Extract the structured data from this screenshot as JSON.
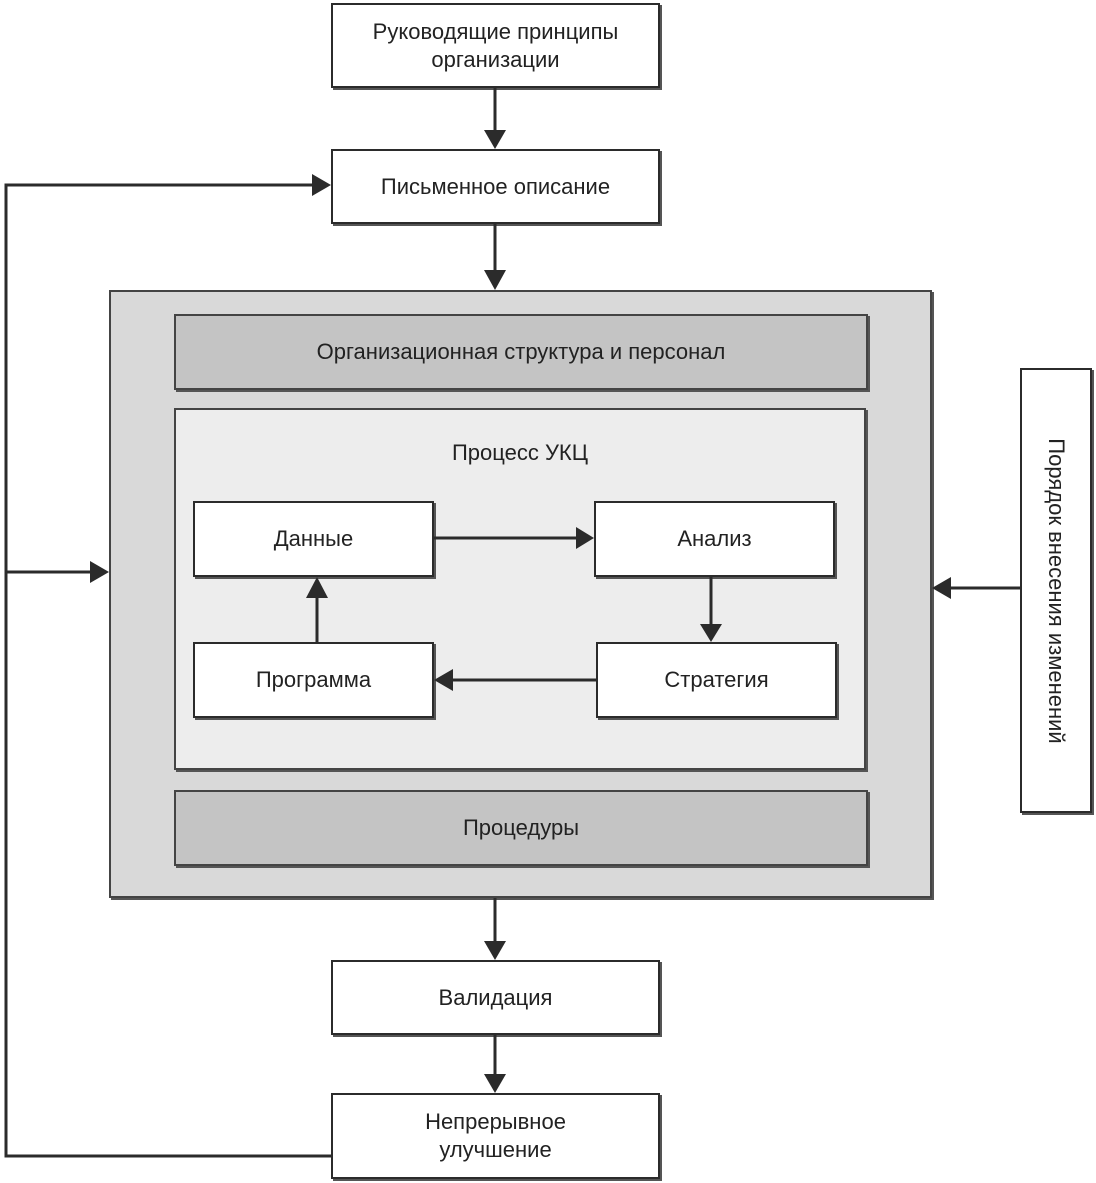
{
  "nodes": {
    "principles": "Руководящие принципы организации",
    "written_description": "Письменное описание",
    "org_structure": "Организационная структура и персонал",
    "process_title": "Процесс УКЦ",
    "data": "Данные",
    "analysis": "Анализ",
    "program": "Программа",
    "strategy": "Стратегия",
    "procedures": "Процедуры",
    "validation": "Валидация",
    "continuous_improvement": "Непрерывное улучшение",
    "change_procedure": "Порядок внесения изменений"
  },
  "edges": [
    {
      "from": "principles",
      "to": "written_description"
    },
    {
      "from": "written_description",
      "to": "system_block"
    },
    {
      "from": "data",
      "to": "analysis"
    },
    {
      "from": "analysis",
      "to": "strategy"
    },
    {
      "from": "strategy",
      "to": "program"
    },
    {
      "from": "program",
      "to": "data"
    },
    {
      "from": "system_block",
      "to": "validation"
    },
    {
      "from": "validation",
      "to": "continuous_improvement"
    },
    {
      "from": "continuous_improvement",
      "to": "written_description"
    },
    {
      "from": "continuous_improvement",
      "to": "system_block"
    },
    {
      "from": "change_procedure",
      "to": "system_block"
    }
  ]
}
